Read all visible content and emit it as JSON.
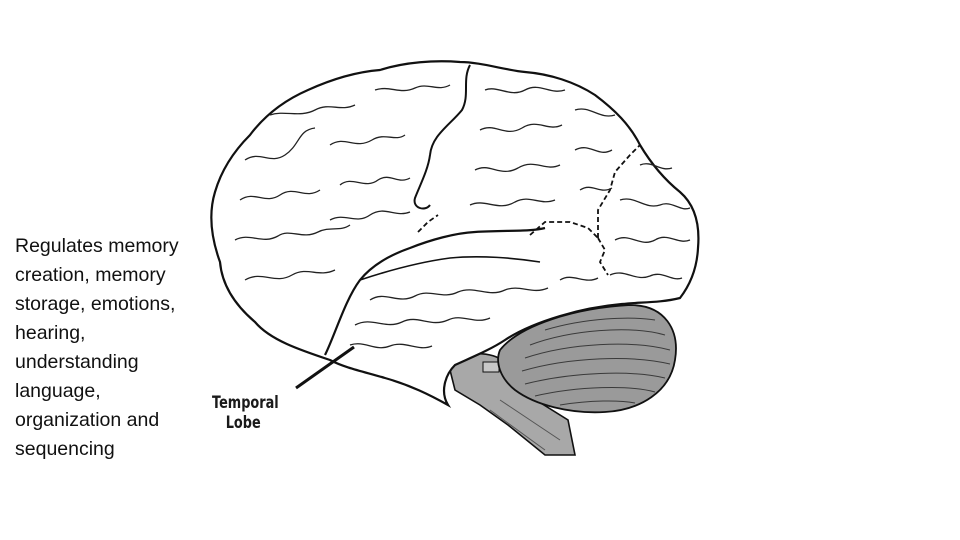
{
  "description_lines": [
    "Regulates memory",
    "creation, memory",
    "storage, emotions,",
    "hearing,",
    "understanding",
    "language,",
    "organization and",
    "sequencing"
  ],
  "label": {
    "line1": "Temporal",
    "line2": "Lobe"
  },
  "colors": {
    "outline": "#111111",
    "cerebellum": "#9a9a9a",
    "brainstem": "#a8a8a8",
    "background": "#ffffff"
  }
}
